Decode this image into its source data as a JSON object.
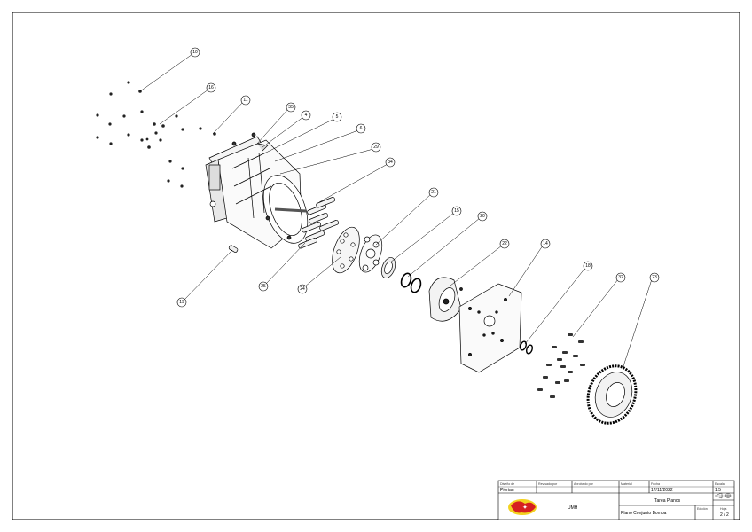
{
  "balloons": [
    {
      "label": "10"
    },
    {
      "label": "16"
    },
    {
      "label": "11"
    },
    {
      "label": "35"
    },
    {
      "label": "4"
    },
    {
      "label": "5"
    },
    {
      "label": "6"
    },
    {
      "label": "29"
    },
    {
      "label": "34"
    },
    {
      "label": "21"
    },
    {
      "label": "15"
    },
    {
      "label": "20"
    },
    {
      "label": "22"
    },
    {
      "label": "14"
    },
    {
      "label": "18"
    },
    {
      "label": "32"
    },
    {
      "label": "23"
    },
    {
      "label": "19"
    },
    {
      "label": "25"
    },
    {
      "label": "24"
    }
  ],
  "title_block": {
    "designed_label": "Diseño de",
    "designed_value": "Pierian",
    "reviewed_label": "Revisado por",
    "approved_label": "Aprobado por",
    "material_label": "Material",
    "date_label": "Fecha",
    "date_value": "17/11/2022",
    "scale_label": "Escala",
    "scale_value": "1:5",
    "institution": "UMH",
    "subject": "Tarea Planos",
    "title": "Plano Conjunto Bomba",
    "edition_label": "Edición",
    "sheet_label": "Hoja",
    "sheet_value": "2 / 2"
  }
}
